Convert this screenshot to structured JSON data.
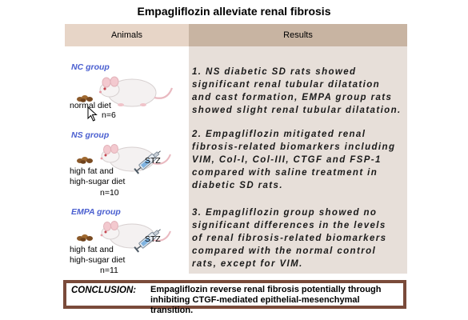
{
  "title": "Empagliflozin alleviate renal fibrosis",
  "table": {
    "header_animals": "Animals",
    "header_results": "Results"
  },
  "groups": [
    {
      "label": "NC group",
      "diet": "normal diet",
      "n": "n=6"
    },
    {
      "label": "NS group",
      "diet": "high fat and\nhigh-sugar diet",
      "n": "n=10",
      "injection": "STZ"
    },
    {
      "label": "EMPA group",
      "diet": "high fat and\nhigh-sugar diet",
      "n": "n=11",
      "injection": "STZ"
    }
  ],
  "results": [
    "1. NS diabetic SD rats showed\nsignificant renal tubular dilatation\nand cast formation, EMPA group rats\nshowed slight renal tubular dilatation.",
    "2. Empagliflozin mitigated renal\nfibrosis-related biomarkers including\nVIM, Col-I, Col-III, CTGF and FSP-1\ncompared with saline treatment in\ndiabetic SD rats.",
    "3. Empagliflozin group showed no\nsignificant differences in the levels\nof renal fibrosis-related biomarkers\ncompared with the normal control\nrats, except for VIM."
  ],
  "conclusion": {
    "label": "CONCLUSION:",
    "text": "Empagliflozin reverse renal fibrosis potentially through\ninhibiting CTGF-mediated epithelial-mesenchymal transition."
  },
  "colors": {
    "header_left": "#e7d5c7",
    "header_right": "#c8b4a2",
    "results_bg": "#e7dfd9",
    "group_label": "#4a5fd0",
    "conclusion_border": "#7a4b3a"
  },
  "icons": [
    "rat-icon",
    "food-pellets-icon",
    "syringe-icon",
    "mouse-cursor-icon"
  ]
}
